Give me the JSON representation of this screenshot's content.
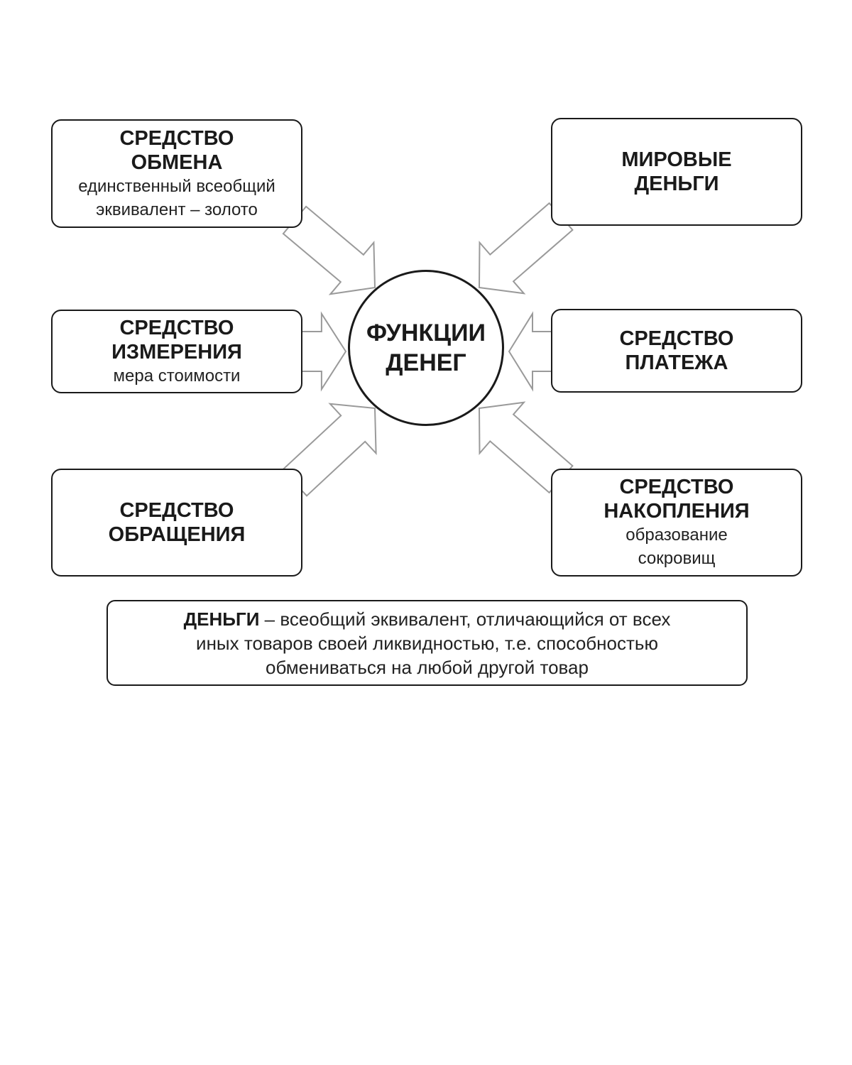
{
  "center": {
    "line1": "ФУНКЦИИ",
    "line2": "ДЕНЕГ"
  },
  "boxes": {
    "exchange": {
      "title1": "СРЕДСТВО",
      "title2": "ОБМЕНА",
      "sub1": "единственный всеобщий",
      "sub2": "эквивалент – золото"
    },
    "measure": {
      "title1": "СРЕДСТВО",
      "title2": "ИЗМЕРЕНИЯ",
      "sub1": "мера стоимости"
    },
    "circulation": {
      "title1": "СРЕДСТВО",
      "title2": "ОБРАЩЕНИЯ"
    },
    "world": {
      "title1": "МИРОВЫЕ",
      "title2": "ДЕНЬГИ"
    },
    "payment": {
      "title1": "СРЕДСТВО",
      "title2": "ПЛАТЕЖА"
    },
    "hoard": {
      "title1": "СРЕДСТВО",
      "title2": "НАКОПЛЕНИЯ",
      "sub1": "образование",
      "sub2": "сокровищ"
    }
  },
  "definition": {
    "term": "ДЕНЬГИ",
    "line1_rest": " – всеобщий эквивалент, отличающийся от всех",
    "line2": "иных товаров своей ликвидностью, т.е. способностью",
    "line3": "обмениваться на любой другой товар"
  },
  "colors": {
    "line": "#1a1a1a",
    "arrow_stroke": "#9a9a9a",
    "background": "#ffffff"
  }
}
